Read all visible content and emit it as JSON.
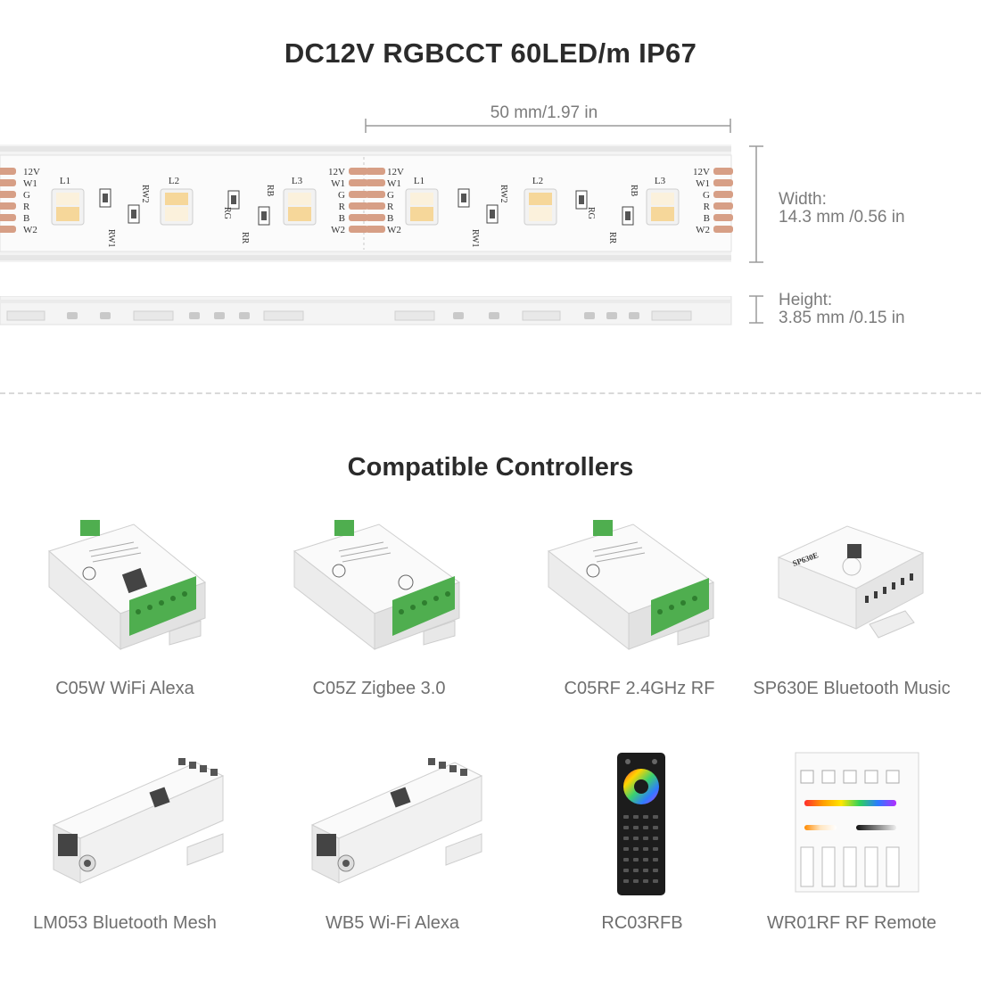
{
  "header": {
    "title": "DC12V RGBCCT 60LED/m IP67"
  },
  "strip": {
    "segment_length": "50 mm/1.97 in",
    "width_label": "Width:",
    "width_value": "14.3 mm /0.56 in",
    "height_label": "Height:",
    "height_value": "3.85 mm /0.15 in",
    "pads": [
      "12V",
      "W1",
      "G",
      "R",
      "B",
      "W2"
    ],
    "led_labels": [
      "L1",
      "L2",
      "L3"
    ],
    "resistor_labels": [
      "RW1",
      "RW2",
      "RG",
      "RR",
      "RB"
    ]
  },
  "controllers": {
    "title": "Compatible Controllers",
    "items": [
      {
        "name": "C05W WiFi Alexa",
        "icon": "wifi-controller-icon"
      },
      {
        "name": "C05Z Zigbee 3.0",
        "icon": "zigbee-controller-icon"
      },
      {
        "name": "C05RF 2.4GHz RF",
        "icon": "rf-controller-icon"
      },
      {
        "name": "SP630E Bluetooth Music",
        "icon": "bluetooth-music-controller-icon"
      },
      {
        "name": "LM053 Bluetooth Mesh",
        "icon": "bluetooth-mesh-controller-icon"
      },
      {
        "name": "WB5 Wi-Fi Alexa",
        "icon": "wifi-alexa-controller-icon"
      },
      {
        "name": "RC03RFB",
        "icon": "remote-control-icon"
      },
      {
        "name": "WR01RF RF Remote",
        "icon": "wall-panel-remote-icon"
      }
    ]
  },
  "colors": {
    "led_warm": "#f6d79a",
    "led_cool": "#fbf1dc",
    "pad": "#d79f86",
    "terminal_green": "#4fae4f"
  }
}
